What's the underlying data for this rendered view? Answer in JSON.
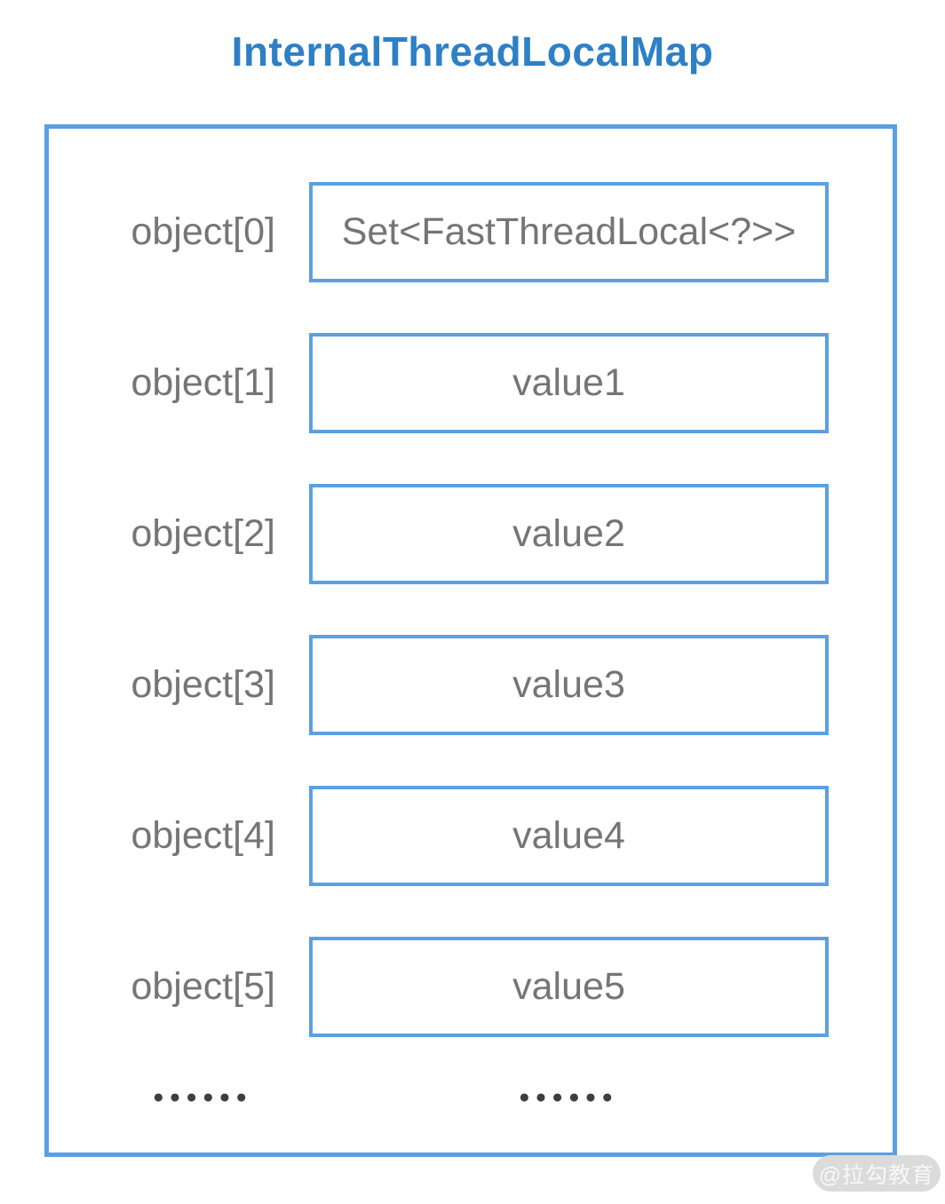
{
  "title": "InternalThreadLocalMap",
  "colors": {
    "title_blue": "#2e80c6",
    "border_blue": "#5aa0e2",
    "text_gray": "#757575",
    "dots_gray": "#3e3e3e",
    "watermark_bg": "#dbdbdb",
    "watermark_text": "#f7f7f7"
  },
  "map": {
    "rows": [
      {
        "label": "object[0]",
        "value": "Set<FastThreadLocal<?>>"
      },
      {
        "label": "object[1]",
        "value": "value1"
      },
      {
        "label": "object[2]",
        "value": "value2"
      },
      {
        "label": "object[3]",
        "value": "value3"
      },
      {
        "label": "object[4]",
        "value": "value4"
      },
      {
        "label": "object[5]",
        "value": "value5"
      }
    ],
    "ellipsis_left": "●●●●●●",
    "ellipsis_right": "●●●●●●"
  },
  "watermark": "@拉勾教育"
}
